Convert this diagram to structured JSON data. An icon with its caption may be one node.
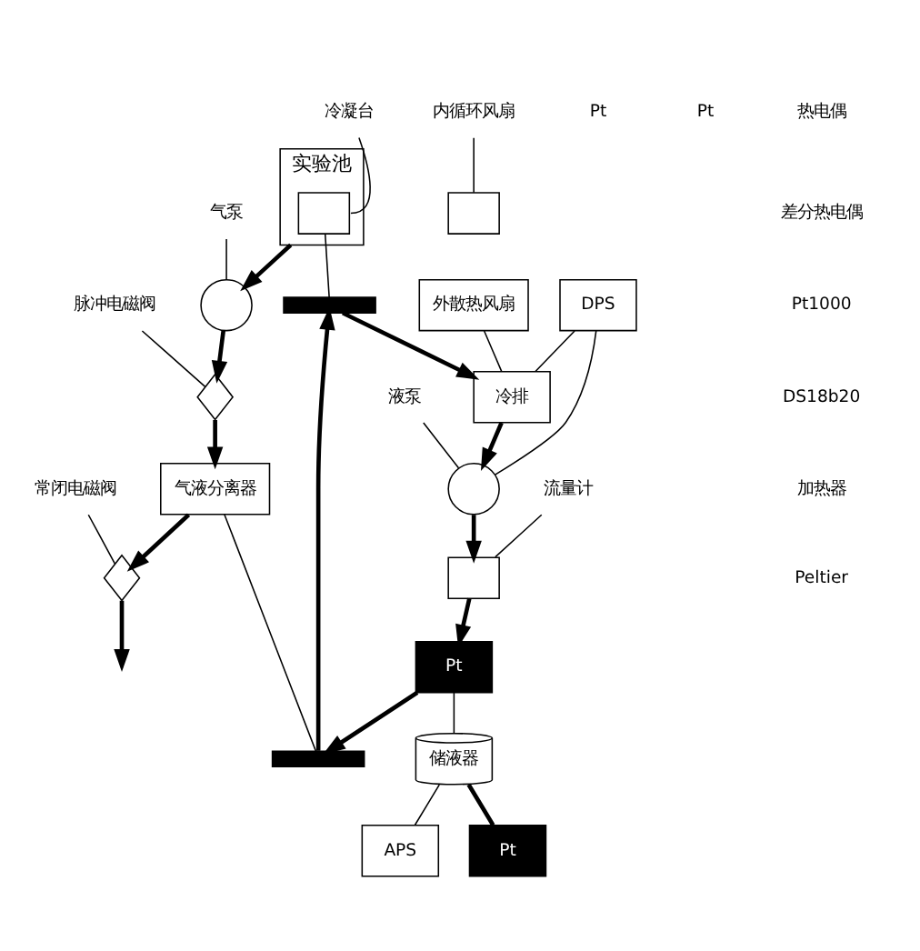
{
  "diagram": {
    "nodes": [
      {
        "text": [
          "实验池"
        ]
      },
      {
        "text": [],
        "shape": "box",
        "in": 0
      },
      {
        "text": [
          "冷凝台"
        ]
      },
      {
        "text": [],
        "shape": "bar"
      },
      {
        "text": [
          "气泵"
        ]
      },
      {
        "text": [],
        "shape": "circle"
      },
      {
        "text": [
          "脉冲电磁阀"
        ]
      },
      {
        "text": [],
        "shape": "valve"
      },
      {
        "text": [
          "气液分离器"
        ]
      },
      {
        "text": [
          "常闭电磁阀"
        ]
      },
      {
        "text": [],
        "shape": "valve"
      },
      {
        "text": [],
        "shape": "bar"
      },
      {
        "text": [
          "内循环风扇"
        ]
      },
      {
        "text": [],
        "shape": "box"
      },
      {
        "text": [
          "外散热风扇"
        ]
      },
      {
        "text": [
          "冷排"
        ]
      },
      {
        "text": [
          "流量计"
        ]
      },
      {
        "text": [],
        "shape": "box"
      },
      {
        "text": [
          "DPS"
        ]
      },
      {
        "text": [
          "液泵"
        ]
      },
      {
        "text": [],
        "shape": "circle"
      },
      {
        "text": [
          "储液器"
        ]
      },
      {
        "text": [
          "APS"
        ]
      },
      {
        "text": [
          "Pt"
        ]
      },
      {
        "text": [
          "Pt"
        ]
      }
    ],
    "edges": [
      {
        "from": 0,
        "to": 5,
        "arrow": "to",
        "style": "thick"
      },
      {
        "from": 5,
        "to": 7,
        "arrow": "to",
        "style": "thick"
      },
      {
        "from": 7,
        "to": 8,
        "arrow": "to",
        "style": "thick"
      },
      {
        "from": 8,
        "to": 10,
        "arrow": "to",
        "style": "thick"
      },
      {
        "from": 10,
        "to": null,
        "arrow": "to",
        "style": "thick"
      },
      {
        "from": 1,
        "to": 3,
        "arrow": "none"
      },
      {
        "from": 3,
        "to": 15,
        "arrow": "to",
        "style": "thick"
      },
      {
        "from": 14,
        "to": 15,
        "arrow": "none"
      },
      {
        "from": 15,
        "to": 20,
        "arrow": "to",
        "style": "thick"
      },
      {
        "from": 20,
        "to": 17,
        "arrow": "to",
        "style": "thick"
      },
      {
        "from": 17,
        "to": 24,
        "arrow": "to",
        "style": "thick"
      },
      {
        "from": 24,
        "to": 11,
        "arrow": "to",
        "style": "thick"
      },
      {
        "from": 11,
        "to": 3,
        "arrow": "to",
        "style": "thick"
      },
      {
        "from": 8,
        "to": 11,
        "arrow": "none"
      },
      {
        "from": 24,
        "to": 21,
        "arrow": "none"
      },
      {
        "from": 21,
        "to": 23,
        "arrow": "none",
        "style": "thick"
      },
      {
        "from": 21,
        "to": 22,
        "arrow": "none"
      },
      {
        "from": 18,
        "to": 20,
        "arrow": "none"
      },
      {
        "from": 18,
        "to": 15,
        "arrow": "none"
      },
      {
        "from": 2,
        "to": 1,
        "arrow": "none"
      },
      {
        "from": 4,
        "to": 5,
        "arrow": "none"
      },
      {
        "from": 6,
        "to": 7,
        "arrow": "none"
      },
      {
        "from": 9,
        "to": 10,
        "arrow": "none"
      },
      {
        "from": 12,
        "to": 13,
        "arrow": "none"
      },
      {
        "from": 16,
        "to": 17,
        "arrow": "none"
      },
      {
        "from": 19,
        "to": 20,
        "arrow": "none"
      }
    ],
    "labels": [
      "Pt",
      "Pt"
    ],
    "legend": [
      {
        "text": "热电偶"
      },
      {
        "text": "差分热电偶"
      },
      {
        "text": "Pt1000"
      },
      {
        "text": "DS18b20"
      },
      {
        "text": "加热器"
      },
      {
        "text": "Peltier"
      }
    ]
  }
}
